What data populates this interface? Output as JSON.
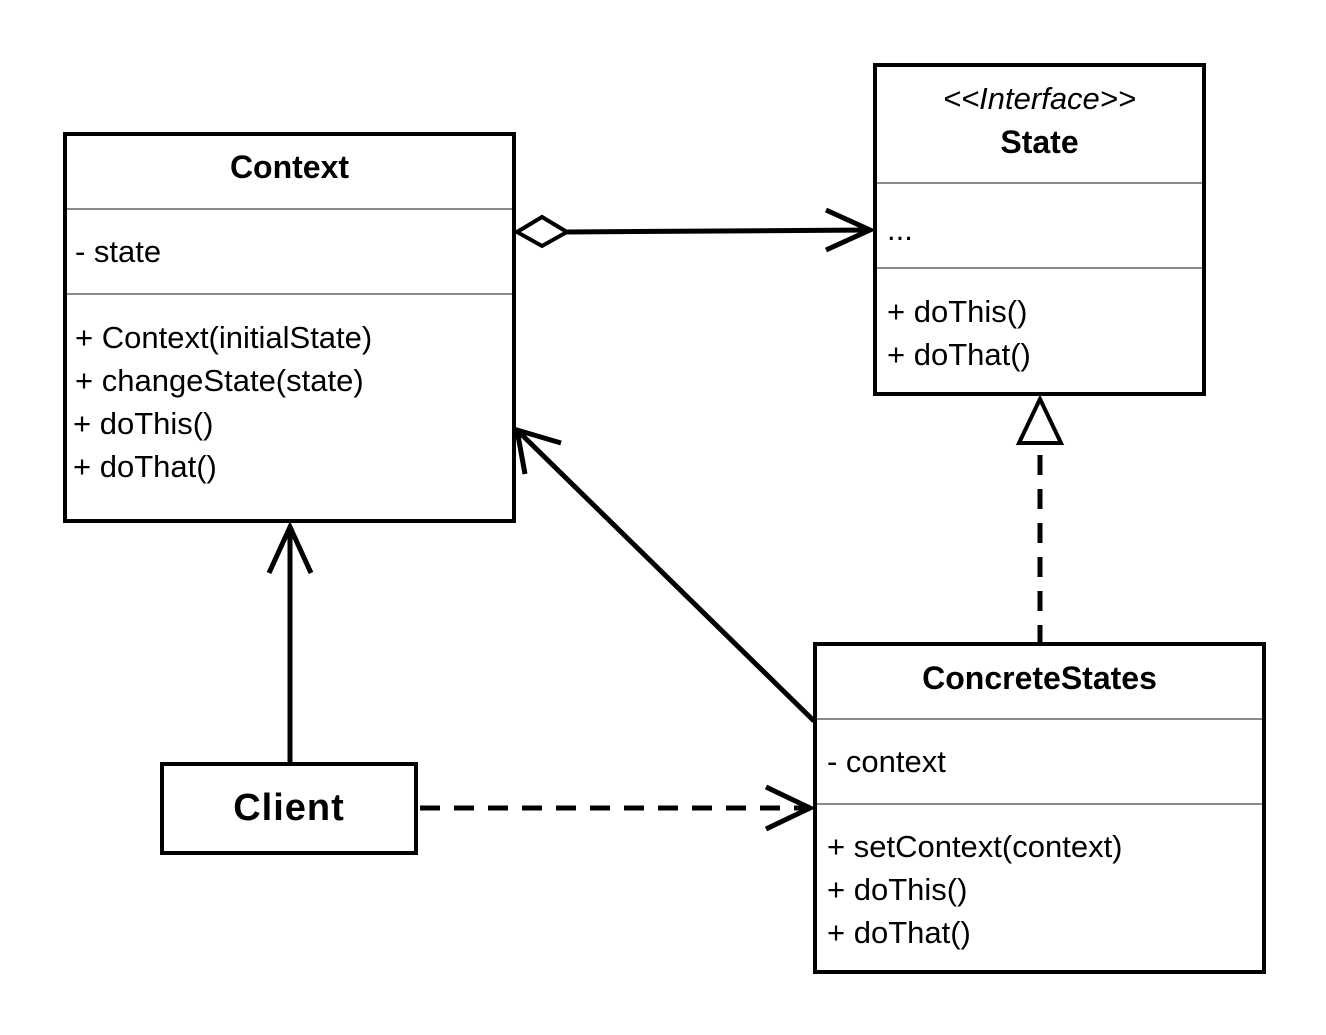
{
  "classes": {
    "context": {
      "name": "Context",
      "attributes": [
        "- state"
      ],
      "methods": [
        "+ Context(initialState)",
        "+ changeState(state)",
        "+ doThis()",
        "+ doThat()"
      ]
    },
    "state": {
      "stereotype": "<<Interface>>",
      "name": "State",
      "attributes": [
        "..."
      ],
      "methods": [
        "+ doThis()",
        "+ doThat()"
      ]
    },
    "concrete_states": {
      "name": "ConcreteStates",
      "attributes": [
        "- context"
      ],
      "methods": [
        "+ setContext(context)",
        "+ doThis()",
        "+ doThat()"
      ]
    },
    "client": {
      "name": "Client"
    }
  },
  "relationships": [
    {
      "type": "aggregation",
      "from": "Context",
      "to": "State"
    },
    {
      "type": "association",
      "from": "Client",
      "to": "Context"
    },
    {
      "type": "association",
      "from": "ConcreteStates",
      "to": "Context"
    },
    {
      "type": "realization",
      "from": "ConcreteStates",
      "to": "State"
    },
    {
      "type": "dependency",
      "from": "Client",
      "to": "ConcreteStates"
    }
  ],
  "colors": {
    "line": "#000000",
    "separator": "#8a8a8a",
    "background": "#ffffff"
  }
}
